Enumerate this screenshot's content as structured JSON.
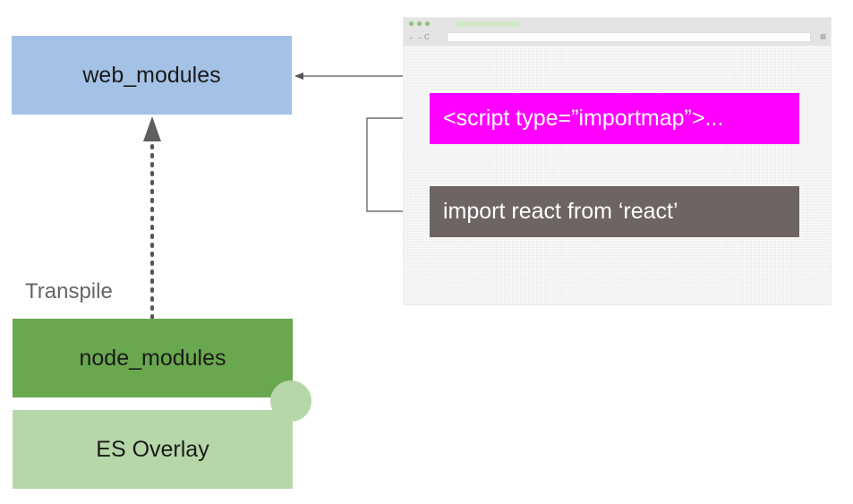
{
  "nodes": {
    "web_modules": "web_modules",
    "node_modules": "node_modules",
    "es_overlay": "ES Overlay",
    "importmap": "<script type=”importmap”>...",
    "import_stmt": "import react from ‘react’"
  },
  "edges": {
    "transpile": "Transpile"
  },
  "colors": {
    "web_modules": "#a4c2e5",
    "node_modules": "#6aa84f",
    "es_overlay": "#b6d7a8",
    "importmap": "#ff00ff",
    "import_stmt": "#6e6464"
  },
  "icons": {
    "browser_nav": "back-forward-refresh-icon",
    "browser_menu": "hamburger-menu-icon"
  }
}
